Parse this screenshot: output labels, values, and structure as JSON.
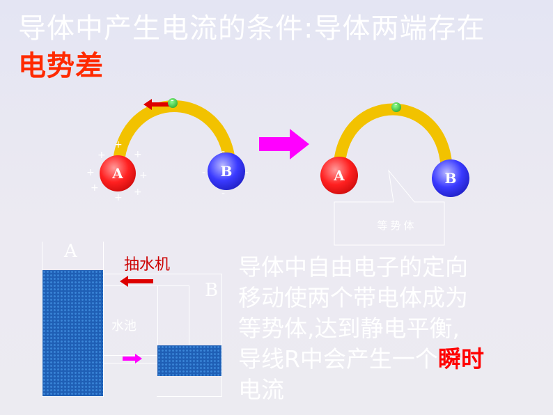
{
  "title": {
    "line1": "导体中产生电流的条件:导体两端存在",
    "line2": "电势差"
  },
  "left_figure": {
    "ball_a": "A",
    "ball_b": "B",
    "electron_sign": "-",
    "plus_sign": "+",
    "minus_sign": "-"
  },
  "right_figure": {
    "ball_a": "A",
    "ball_b": "B",
    "electron_sign": "-",
    "callout": "等势体"
  },
  "water_model": {
    "tank_a": "A",
    "tank_b": "B",
    "pump": "抽水机",
    "pool": "水池"
  },
  "paragraph": {
    "line1": "导体中自由电子的定向",
    "line2": "移动使两个带电体成为",
    "line3": "等势体,达到静电平衡,",
    "line4_a": "导线R中会产生一个",
    "line4_b": "瞬时",
    "line5": "电流"
  },
  "colors": {
    "arc": "#f2c200",
    "title": "#ffffff",
    "accent_red": "#ff2a00",
    "arrow_magenta": "#ff00ff",
    "water": "#1f5fb5"
  }
}
